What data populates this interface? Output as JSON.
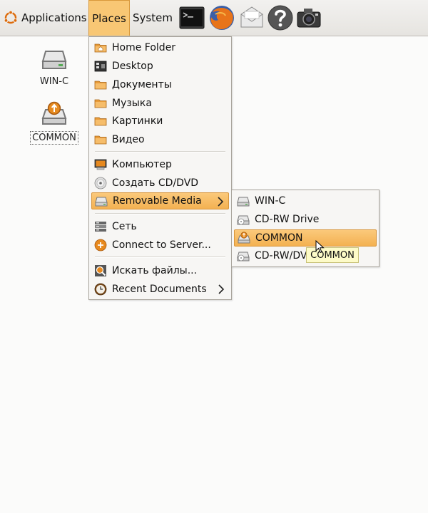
{
  "panel": {
    "menus": {
      "applications": "Applications",
      "places": "Places",
      "system": "System"
    },
    "launchers": [
      "terminal-icon",
      "firefox-icon",
      "mail-icon",
      "help-icon",
      "camera-icon"
    ]
  },
  "desktop": {
    "icons": [
      {
        "label": "WIN-C",
        "icon": "drive-icon"
      },
      {
        "label": "COMMON",
        "icon": "usb-drive-icon",
        "selected": true
      }
    ]
  },
  "places_menu": {
    "items": [
      {
        "label": "Home Folder",
        "icon": "home-folder-icon"
      },
      {
        "label": "Desktop",
        "icon": "desktop-icon"
      },
      {
        "label": "Документы",
        "icon": "folder-icon"
      },
      {
        "label": "Музыка",
        "icon": "folder-icon"
      },
      {
        "label": "Картинки",
        "icon": "folder-icon"
      },
      {
        "label": "Видео",
        "icon": "folder-icon"
      },
      {
        "label": "Компьютер",
        "icon": "computer-icon"
      },
      {
        "label": "Создать CD/DVD",
        "icon": "cd-icon"
      },
      {
        "label": "Removable Media",
        "icon": "drive-icon",
        "submenu": true,
        "highlighted": true
      },
      {
        "label": "Сеть",
        "icon": "network-icon"
      },
      {
        "label": "Connect to Server...",
        "icon": "connect-server-icon"
      },
      {
        "label": "Искать файлы...",
        "icon": "search-icon"
      },
      {
        "label": "Recent Documents",
        "icon": "clock-icon",
        "submenu": true
      }
    ]
  },
  "removable_submenu": {
    "items": [
      {
        "label": "WIN-C",
        "icon": "drive-icon"
      },
      {
        "label": "CD-RW Drive",
        "icon": "cdrw-drive-icon"
      },
      {
        "label": "COMMON",
        "icon": "usb-drive-icon",
        "highlighted": true
      },
      {
        "label": "CD-RW/DVD Drive",
        "icon": "cdrw-drive-icon"
      }
    ]
  },
  "tooltip": {
    "text": "COMMON"
  },
  "colors": {
    "highlight": "#f8c774",
    "highlight_border": "#d8953a",
    "tooltip_bg": "#fdfbc8"
  }
}
